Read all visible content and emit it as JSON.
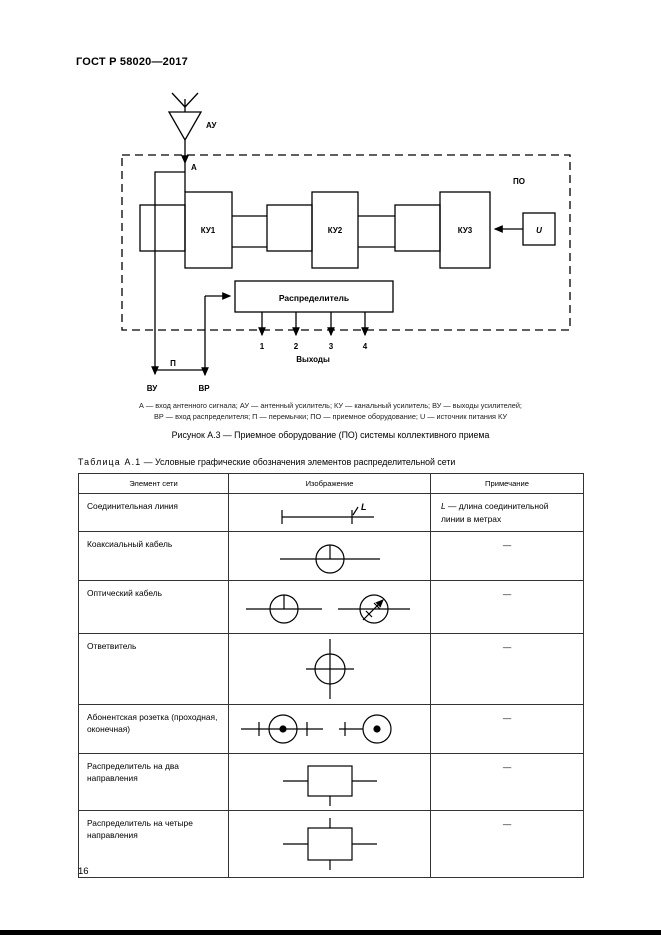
{
  "page": {
    "header": "ГОСТ Р 58020—2017",
    "number": "16"
  },
  "colors": {
    "ink": "#000000",
    "table_border": "#333333"
  },
  "figure": {
    "antenna_amp_label": "АУ",
    "antenna_input_label": "А",
    "po_label": "ПО",
    "ku_labels": [
      "КУ1",
      "КУ2",
      "КУ3"
    ],
    "power_label": "U",
    "distributor_label": "Распределитель",
    "outputs_word": "Выходы",
    "output_numbers": [
      "1",
      "2",
      "3",
      "4"
    ],
    "jumper_label": "П",
    "vu_label": "ВУ",
    "vr_label": "ВР",
    "legend_line1": "А — вход антенного сигнала; АУ — антенный усилитель; КУ — канальный усилитель; ВУ — выходы усилителей;",
    "legend_line2": "ВР — вход распределителя; П — перемычки; ПО — приемное оборудование; U — источник питания КУ",
    "caption": "Рисунок А.3 — Приемное оборудование (ПО) системы коллективного приема"
  },
  "table": {
    "title_label": "Таблица А.1",
    "title_rest": " — Условные графические обозначения элементов распределительной сети",
    "headers": [
      "Элемент сети",
      "Изображение",
      "Примечание"
    ],
    "rows": [
      {
        "element": "Соединительная линия",
        "symbol": "connection-line",
        "symbol_label": "L",
        "note_symbol": "L",
        "note_text": "— длина соединительной линии в метрах"
      },
      {
        "element": "Коаксиальный кабель",
        "symbol": "coaxial-cable",
        "note": "—"
      },
      {
        "element": "Оптический кабель",
        "symbol": "optical-cable",
        "note": "—"
      },
      {
        "element": "Ответвитель",
        "symbol": "tap",
        "note": "—"
      },
      {
        "element": "Абонентская розетка (проходная, оконечная)",
        "symbol": "subscriber-socket",
        "note": "—"
      },
      {
        "element": "Распределитель на два направления",
        "symbol": "splitter-two-way",
        "note": "—"
      },
      {
        "element": "Распределитель на четыре направления",
        "symbol": "splitter-four-way",
        "note": "—"
      }
    ]
  }
}
